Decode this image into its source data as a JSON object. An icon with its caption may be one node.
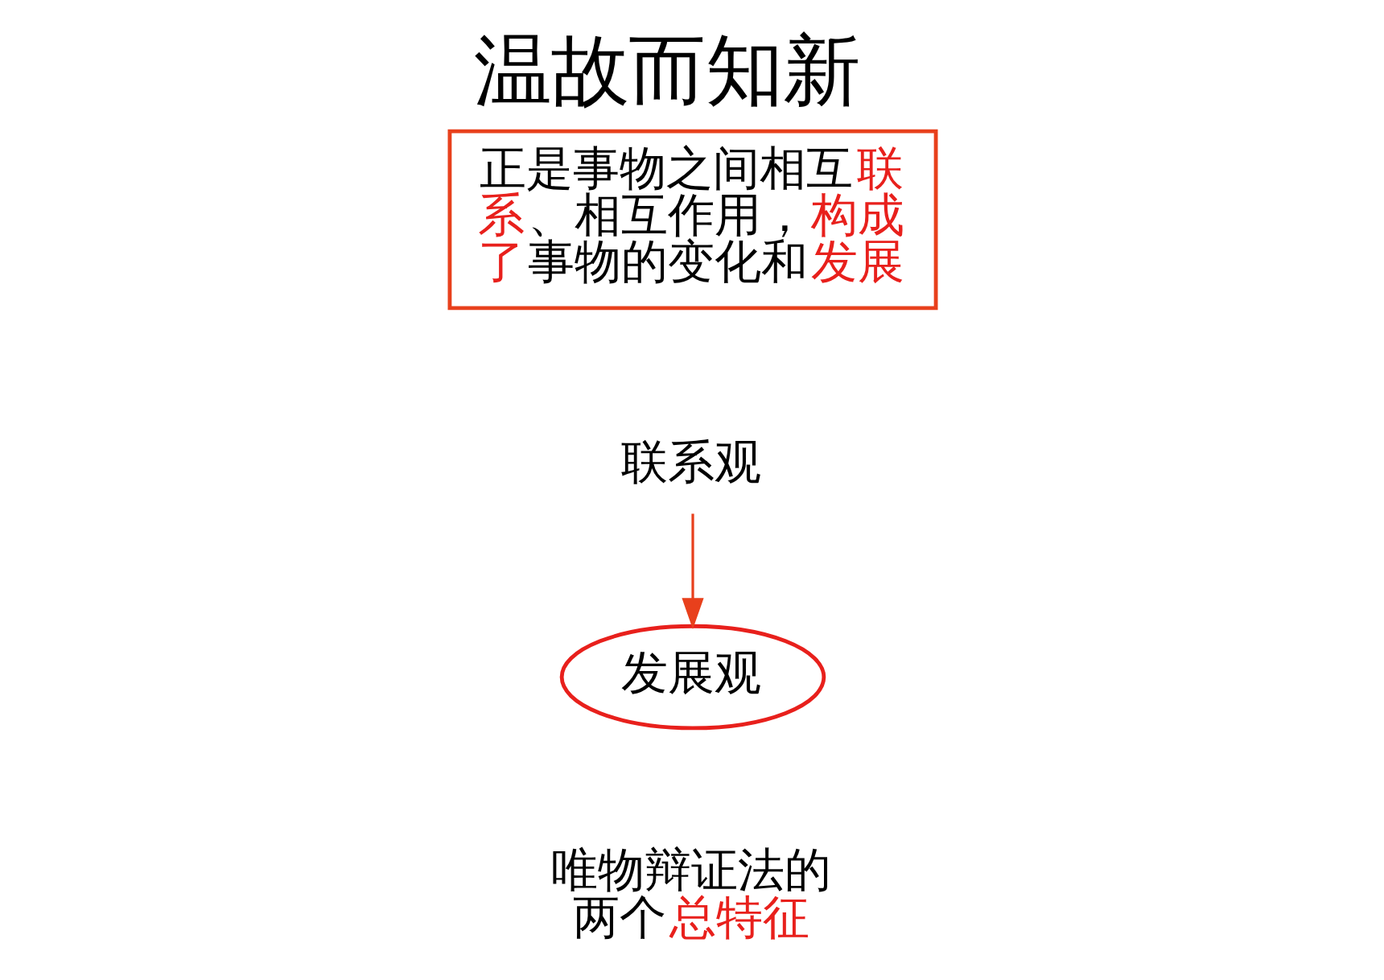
{
  "diagram": {
    "title": "温故而知新",
    "nodes": [
      {
        "text": [
          "唯物辩证法的两个**总特征**"
        ]
      },
      {
        "text": [
          "联系观"
        ]
      },
      {
        "text": [
          "发展观"
        ]
      },
      {
        "text": [
          "正是事物之间相互**联系**、相互作用，**构成了**事物的变化和**发展**"
        ]
      }
    ],
    "edges": [
      {
        "from": 1,
        "to": 2,
        "arrow": "to",
        "color": "#e8401c"
      }
    ]
  }
}
